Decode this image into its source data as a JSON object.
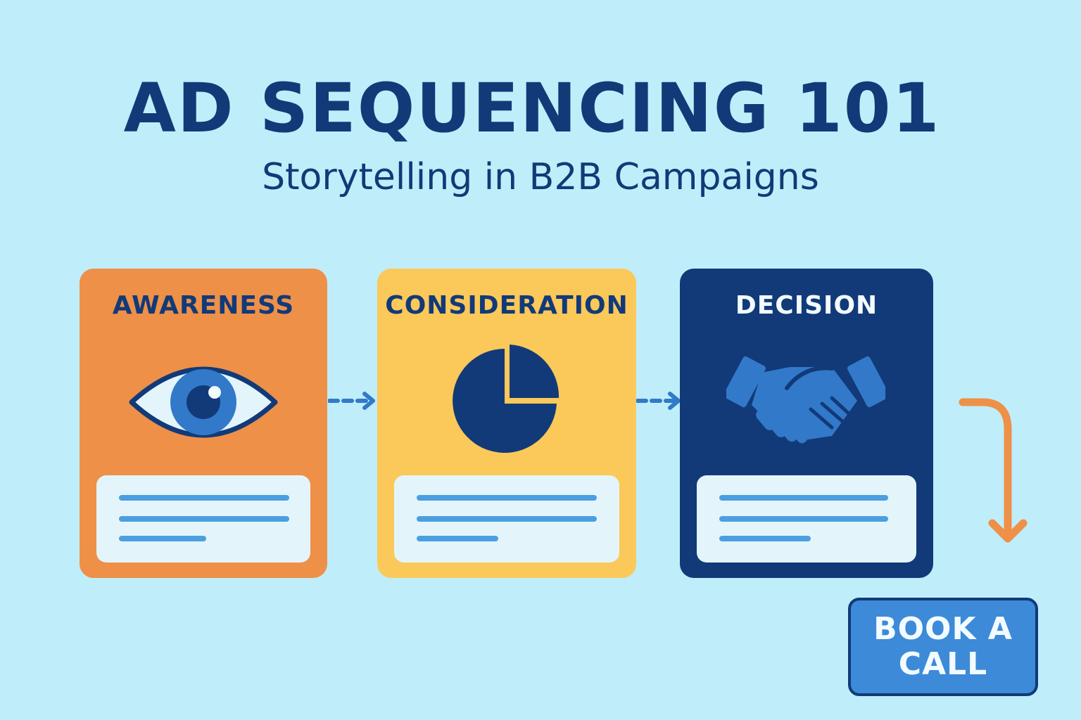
{
  "header": {
    "title": "AD SEQUENCING 101",
    "subtitle": "Storytelling in B2B Campaigns"
  },
  "stages": [
    {
      "label": "AWARENESS",
      "icon": "eye-icon",
      "color": "#ee9048",
      "label_color": "#123a78"
    },
    {
      "label": "CONSIDERATION",
      "icon": "pie-chart-icon",
      "color": "#fbc85a",
      "label_color": "#123a78"
    },
    {
      "label": "DECISION",
      "icon": "handshake-icon",
      "color": "#123a78",
      "label_color": "#f2fbff"
    }
  ],
  "cta": {
    "label": "BOOK A CALL",
    "color": "#3d8ad8"
  },
  "colors": {
    "background": "#bfeefa",
    "navy": "#123a78",
    "orange": "#ee9048",
    "yellow": "#fbc85a",
    "blue": "#3d8ad8"
  }
}
